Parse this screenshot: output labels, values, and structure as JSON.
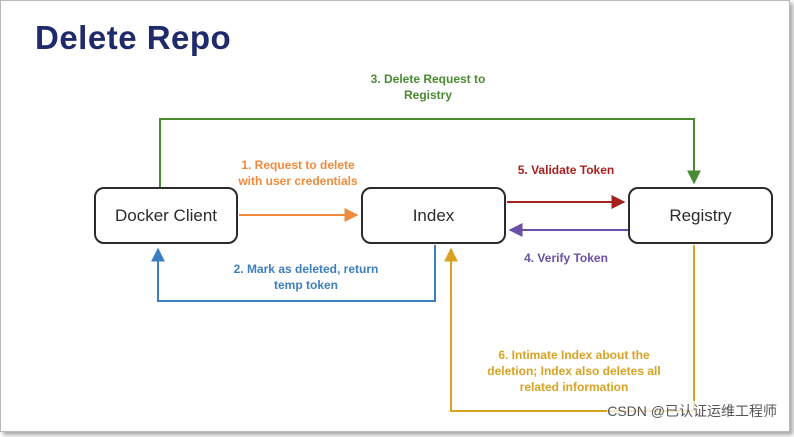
{
  "title": "Delete Repo",
  "nodes": {
    "client": "Docker Client",
    "index": "Index",
    "registry": "Registry"
  },
  "edges": [
    {
      "step": 1,
      "label": "1. Request to delete\nwith user credentials",
      "color": "#f08a3c"
    },
    {
      "step": 2,
      "label": "2. Mark as deleted, return\ntemp token",
      "color": "#3c7fc0"
    },
    {
      "step": 3,
      "label": "3. Delete Request to\nRegistry",
      "color": "#4a8a32"
    },
    {
      "step": 4,
      "label": "4. Verify Token",
      "color": "#6a4fa8"
    },
    {
      "step": 5,
      "label": "5. Validate Token",
      "color": "#a8201e"
    },
    {
      "step": 6,
      "label": "6. Intimate Index about the\ndeletion; Index also deletes all\nrelated information",
      "color": "#d8a322"
    }
  ],
  "watermark": "CSDN @已认证运维工程师"
}
